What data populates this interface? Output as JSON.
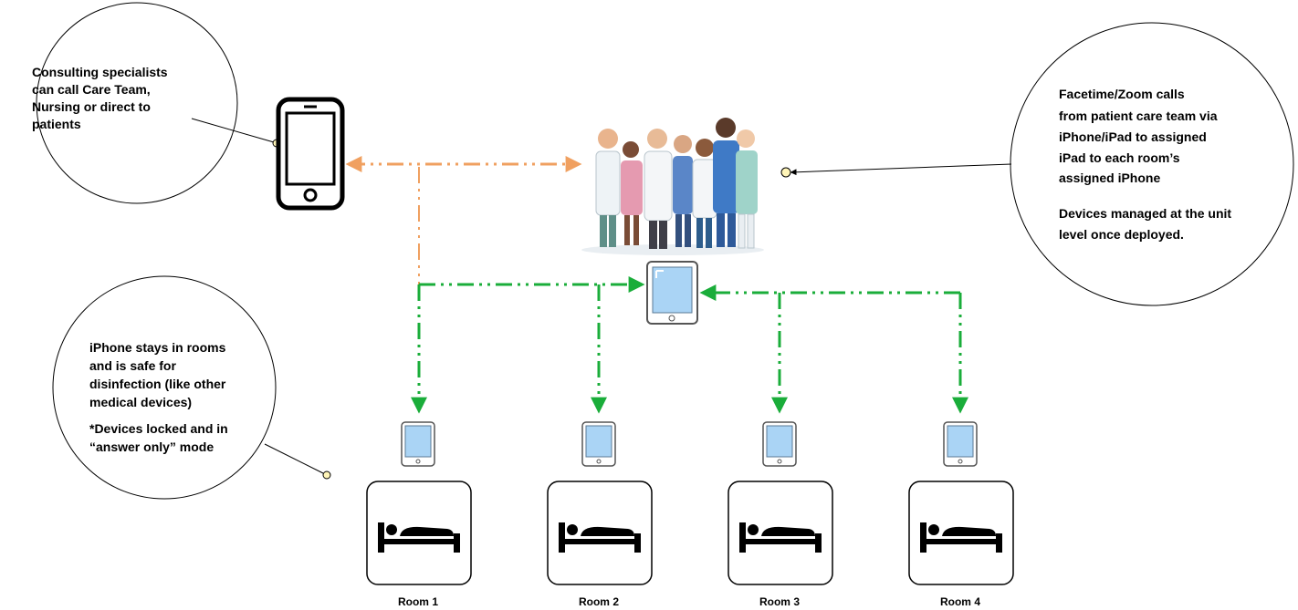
{
  "callouts": {
    "specialists": {
      "lines": [
        "Consulting specialists",
        "can call Care Team,",
        "Nursing or direct to",
        "patients"
      ]
    },
    "facetime": {
      "lines": [
        "Facetime/Zoom calls",
        "from patient care team via",
        "iPhone/iPad to assigned",
        "iPad to each room’s",
        "assigned iPhone"
      ],
      "note_lines": [
        "Devices managed at the unit",
        "level once deployed."
      ]
    },
    "iphone_rooms": {
      "lines": [
        "iPhone stays in rooms",
        "and is safe for",
        "disinfection (like other",
        "medical devices)"
      ],
      "note_lines": [
        "*Devices locked and in",
        "“answer only” mode"
      ]
    }
  },
  "rooms": [
    {
      "label": "Room 1"
    },
    {
      "label": "Room 2"
    },
    {
      "label": "Room 3"
    },
    {
      "label": "Room 4"
    }
  ],
  "icons": {
    "specialist_phone": "smartphone-icon",
    "care_team": "care-team-group-icon",
    "central_ipad": "tablet-icon",
    "room_device": "tablet-icon",
    "bed": "hospital-bed-icon"
  },
  "colors": {
    "orange_connector": "#f0a060",
    "green_connector": "#1aad3a",
    "screen_fill": "#aad4f5",
    "outline": "#000000"
  }
}
